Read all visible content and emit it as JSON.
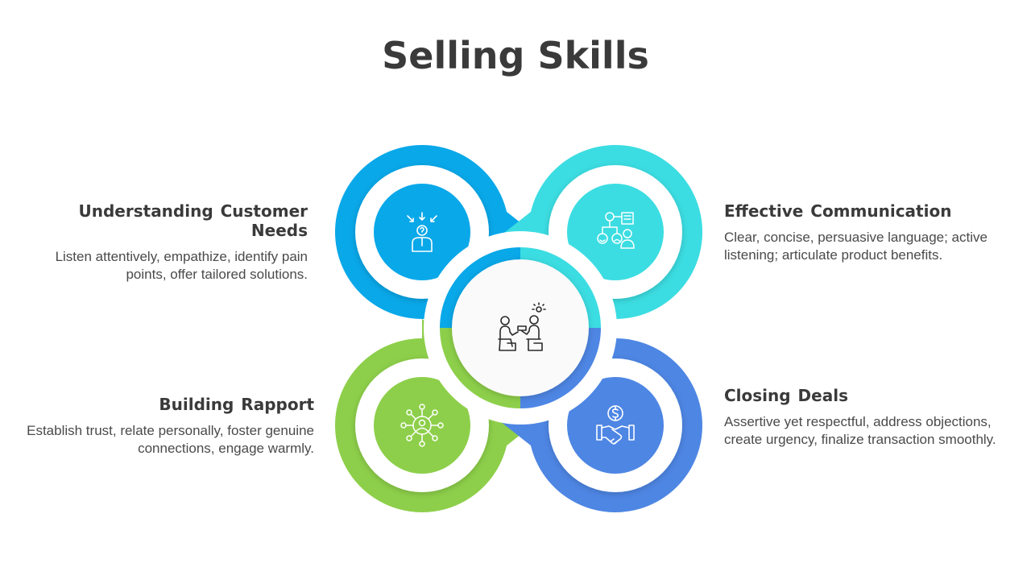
{
  "title": "Selling Skills",
  "colors": {
    "blue": "#09a8e9",
    "cyan": "#3bdde2",
    "green": "#8dcf4a",
    "royal": "#4e86e4",
    "text_dark": "#3a3a3a",
    "text_body": "#4a4a4a"
  },
  "center": {
    "icon": "sales-meeting-icon"
  },
  "items": [
    {
      "heading": "Understanding Customer Needs",
      "body": "Listen attentively, empathize, identify pain points, offer tailored solutions.",
      "icon": "customer-question-icon",
      "color": "#09a8e9"
    },
    {
      "heading": "Effective Communication",
      "body": "Clear, concise, persuasive language; active listening; articulate product benefits.",
      "icon": "communication-flow-icon",
      "color": "#3bdde2"
    },
    {
      "heading": "Building Rapport",
      "body": "Establish trust, relate personally, foster genuine connections, engage warmly.",
      "icon": "network-person-icon",
      "color": "#8dcf4a"
    },
    {
      "heading": "Closing Deals",
      "body": "Assertive yet respectful, address objections, create urgency, finalize transaction smoothly.",
      "icon": "handshake-dollar-icon",
      "color": "#4e86e4"
    }
  ]
}
